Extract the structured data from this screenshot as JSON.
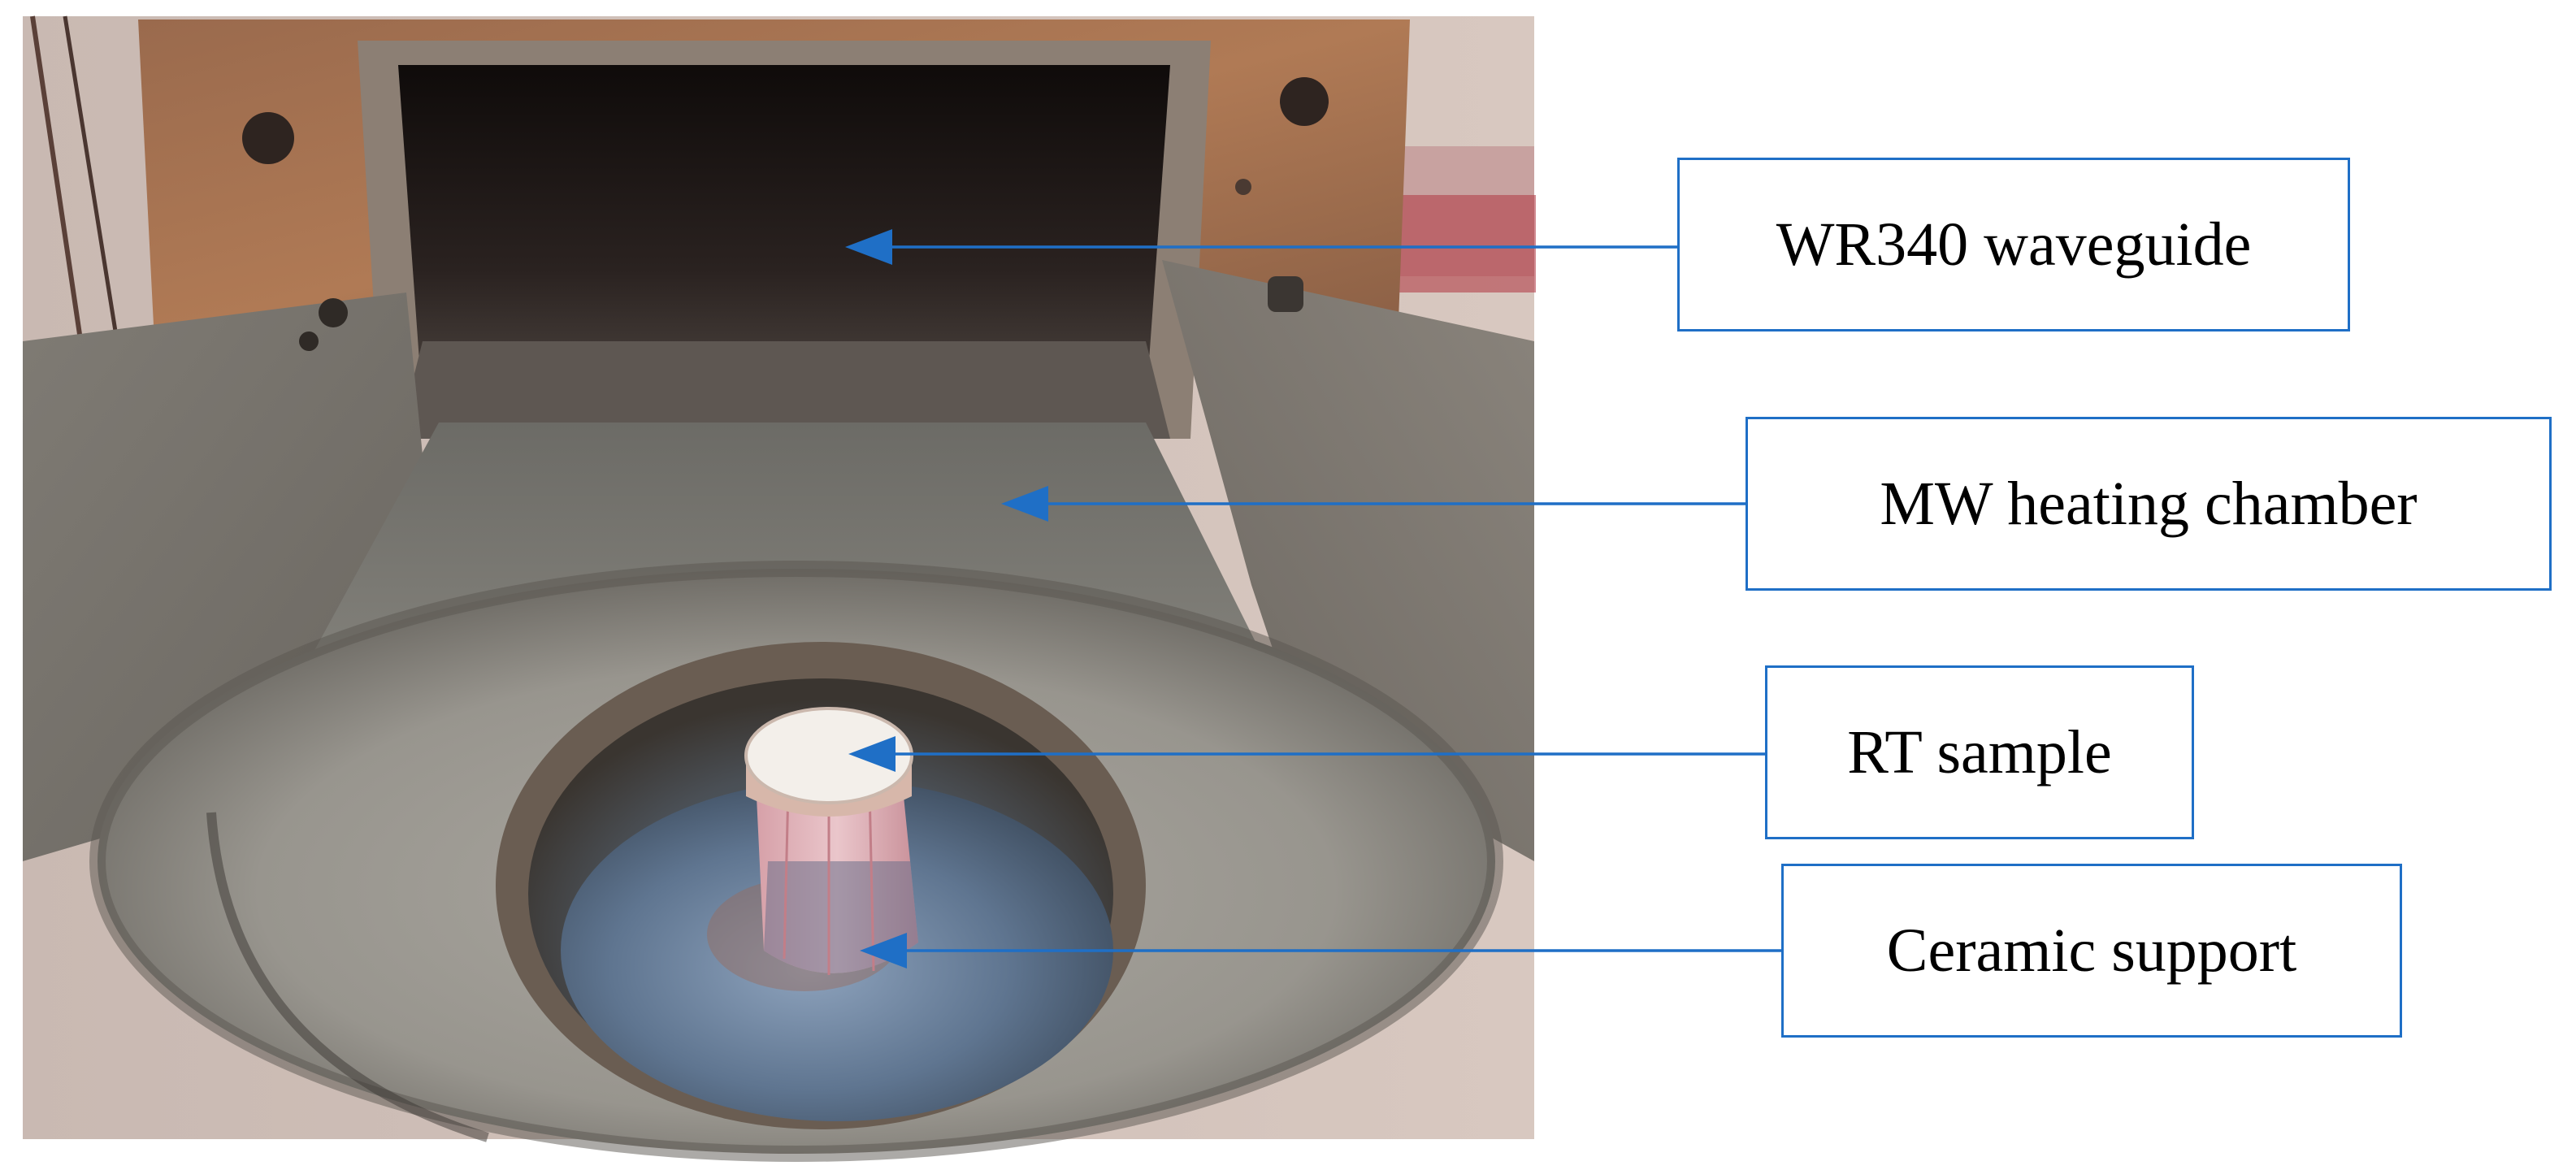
{
  "figure": {
    "callouts": {
      "waveguide": "WR340 waveguide",
      "chamber": "MW heating chamber",
      "sample": "RT sample",
      "support": "Ceramic support"
    },
    "colors": {
      "callout_border": "#1f6fc6",
      "arrow": "#1f6fc6"
    }
  }
}
